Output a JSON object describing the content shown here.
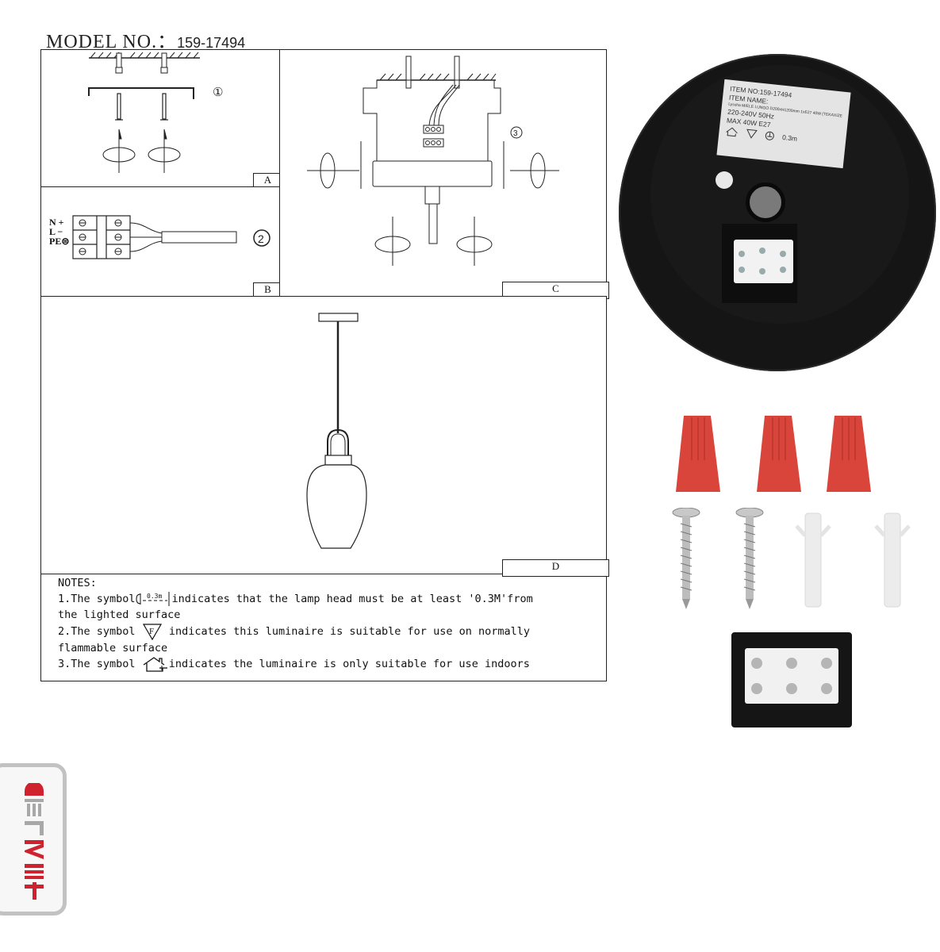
{
  "header": {
    "model_label": "MODEL NO.：",
    "model_number": "159-17494"
  },
  "panels": {
    "A": {
      "label": "A",
      "step": "①"
    },
    "B": {
      "label": "B",
      "step": "②",
      "terminals": [
        "N +",
        "L −",
        "PE⊜"
      ]
    },
    "C": {
      "label": "C",
      "step": "③"
    },
    "D": {
      "label": "D"
    }
  },
  "notes": {
    "title": "NOTES:",
    "items": [
      {
        "prefix": "1.The symbol",
        "symbol": "distance-0.3m-symbol",
        "symbol_text": "0.3m",
        "text": "indicates that the lamp head must be at least '0.3M'from",
        "continuation": "the lighted surface"
      },
      {
        "prefix": "2.The symbol",
        "symbol": "flammable-surface-F-symbol",
        "symbol_text": "F",
        "text": "indicates this luminaire is suitable for use on normally",
        "continuation": "flammable surface"
      },
      {
        "prefix": "3.The symbol",
        "symbol": "indoor-house-symbol",
        "text": "indicates the luminaire is only suitable for use indoors"
      }
    ]
  },
  "product_label": {
    "item_no": "ITEM NO:159-17494",
    "item_name": "ITEM NAME:",
    "item_description": "Lyssha MIELE LUNGO D200xH1200mm 1xE27 40W (TEKAXIZE)",
    "voltage": "220-240V 50Hz",
    "max": "MAX 40W E27",
    "distance": "0.3m"
  },
  "accessories": {
    "wire_connectors": 3,
    "screws": 2,
    "wall_plugs": 2,
    "terminal_block": 1,
    "connector_color": "#d9453a"
  },
  "brand": {
    "name": "TEKLED",
    "red": "#d0212f",
    "grey": "#a8a8a8"
  }
}
